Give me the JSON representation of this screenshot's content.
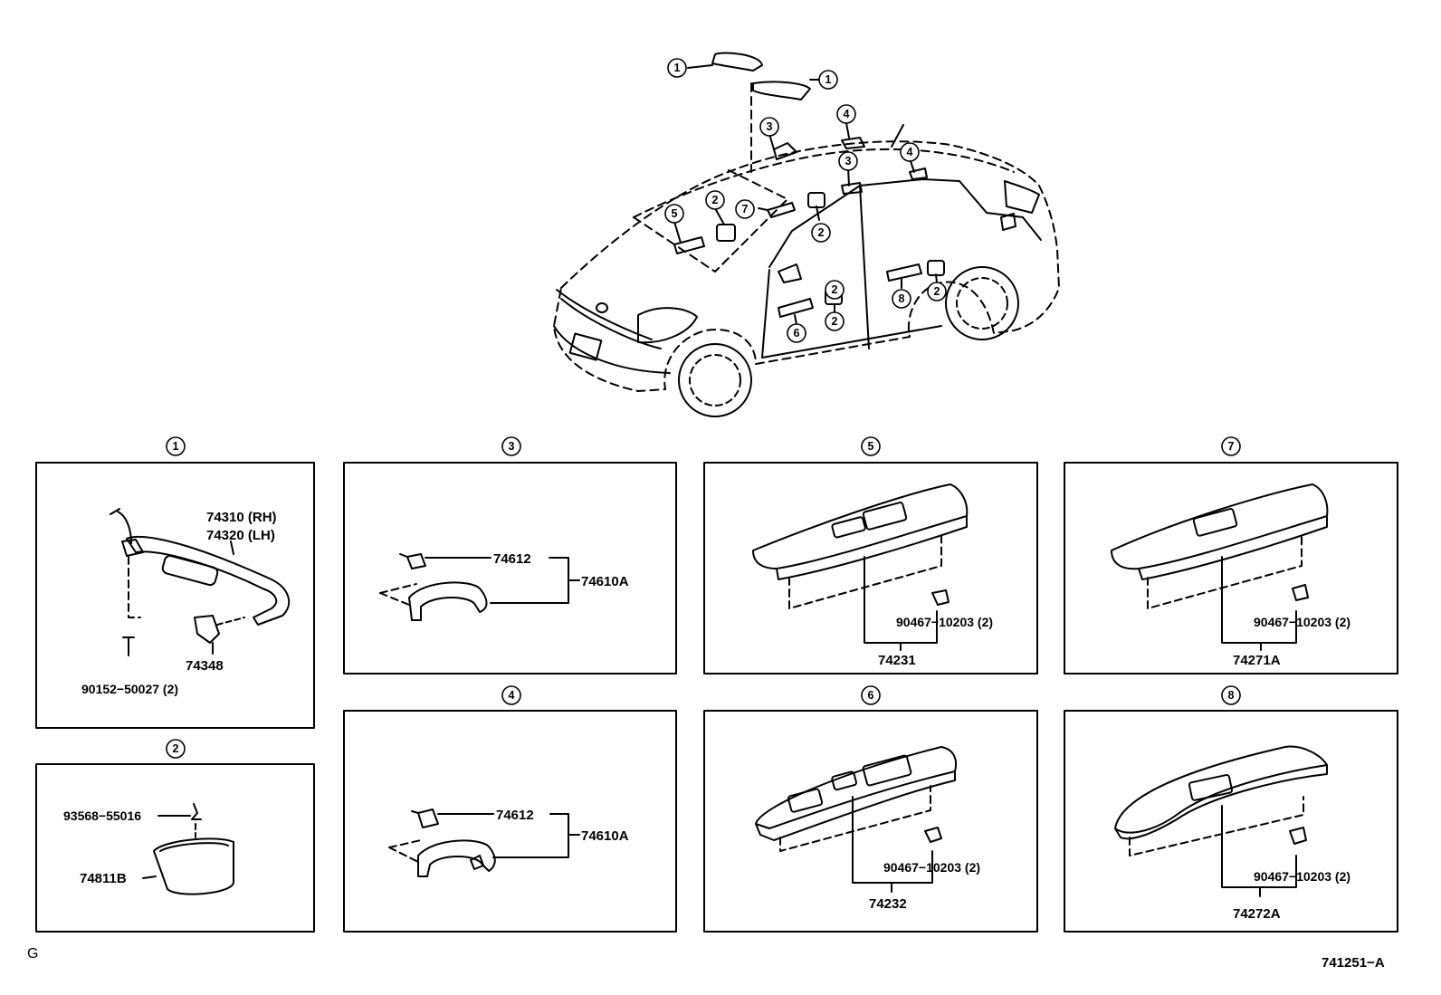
{
  "car": {
    "callouts": [
      "1",
      "1",
      "3",
      "4",
      "3",
      "4",
      "2",
      "7",
      "5",
      "2",
      "2",
      "2",
      "8",
      "6",
      "2"
    ]
  },
  "panels": [
    {
      "id": "1",
      "labels": [
        "74310 (RH)",
        "74320 (LH)",
        "74348",
        "90152−50027 (2)"
      ]
    },
    {
      "id": "2",
      "labels": [
        "93568−55016",
        "74811B"
      ]
    },
    {
      "id": "3",
      "labels": [
        "74612",
        "74610A"
      ]
    },
    {
      "id": "4",
      "labels": [
        "74612",
        "74610A"
      ]
    },
    {
      "id": "5",
      "labels": [
        "90467−10203 (2)",
        "74231"
      ]
    },
    {
      "id": "6",
      "labels": [
        "90467−10203 (2)",
        "74232"
      ]
    },
    {
      "id": "7",
      "labels": [
        "90467−10203 (2)",
        "74271A"
      ]
    },
    {
      "id": "8",
      "labels": [
        "90467−10203 (2)",
        "74272A"
      ]
    }
  ],
  "footer": {
    "left": "G",
    "right": "741251−A"
  }
}
